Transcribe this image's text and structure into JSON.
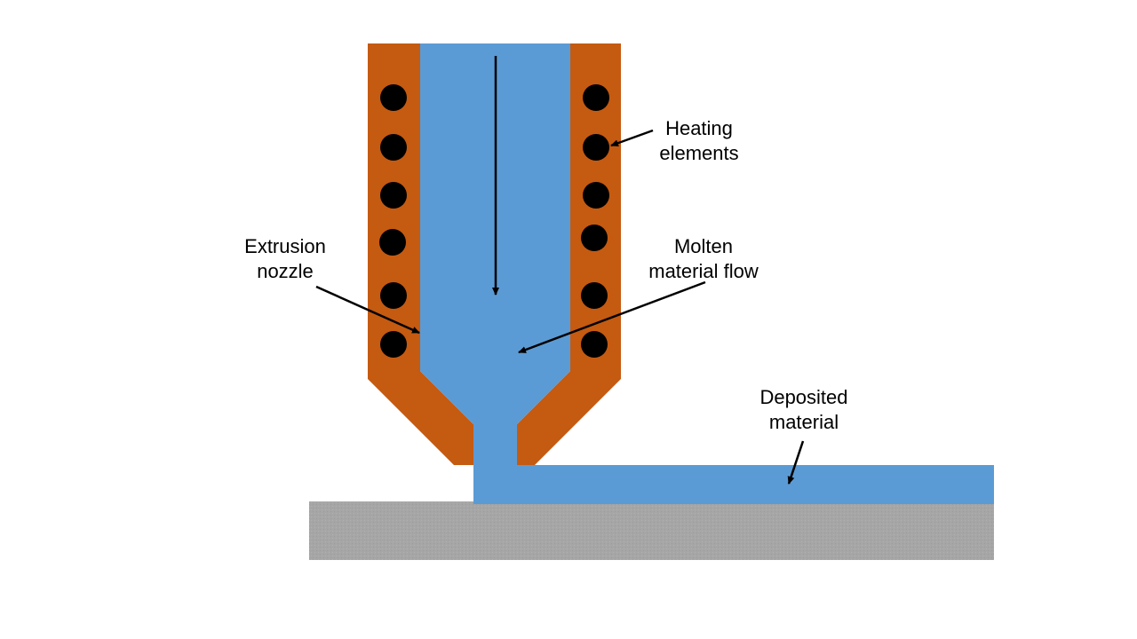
{
  "diagram": {
    "title": "Fused deposition extrusion nozzle",
    "colors": {
      "nozzle_body": "#C55A11",
      "material": "#5B9BD5",
      "heating_element": "#000000",
      "build_plate": "#A6A6A6",
      "arrow": "#000000",
      "background": "#FFFFFF"
    },
    "labels": {
      "heating_elements": [
        "Heating",
        "elements"
      ],
      "extrusion_nozzle": [
        "Extrusion",
        "nozzle"
      ],
      "molten_material_flow": [
        "Molten",
        "material flow"
      ],
      "deposited_material": [
        "Deposited",
        "material"
      ]
    },
    "components": [
      {
        "id": "nozzle-body",
        "name": "Extrusion nozzle"
      },
      {
        "id": "material-channel",
        "name": "Molten material"
      },
      {
        "id": "heating-elements",
        "name": "Heating elements",
        "count_per_side": 6
      },
      {
        "id": "deposited-layer",
        "name": "Deposited material"
      },
      {
        "id": "build-plate",
        "name": "Build plate"
      }
    ]
  }
}
